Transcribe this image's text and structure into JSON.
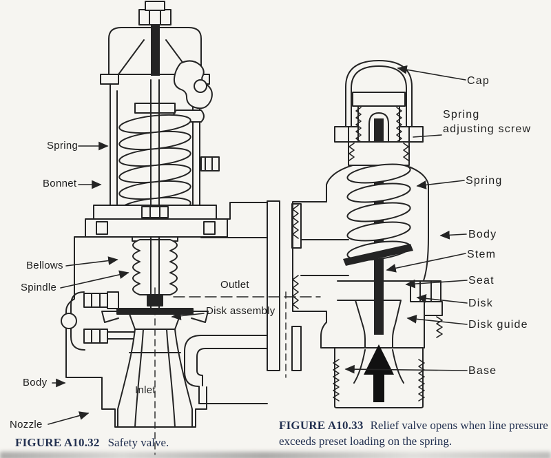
{
  "fig32": {
    "caption_number": "FIGURE A10.32",
    "caption_text": "Safety valve.",
    "labels": {
      "spring": "Spring",
      "bonnet": "Bonnet",
      "bellows": "Bellows",
      "spindle": "Spindle",
      "outlet": "Outlet",
      "disk_assembly": "Disk assembly",
      "body": "Body",
      "inlet": "Inlet",
      "nozzle": "Nozzle"
    }
  },
  "fig33": {
    "caption_number": "FIGURE A10.33",
    "caption_text": "Relief valve opens when line pressure exceeds preset loading on the spring.",
    "labels": {
      "cap": "Cap",
      "spring_adjusting_screw": "Spring\nadjusting screw",
      "spring": "Spring",
      "body": "Body",
      "stem": "Stem",
      "seat": "Seat",
      "disk": "Disk",
      "disk_guide": "Disk guide",
      "base": "Base"
    }
  },
  "colors": {
    "paper": "#f6f5f1",
    "ink": "#242424",
    "caption_ink": "#223050"
  }
}
